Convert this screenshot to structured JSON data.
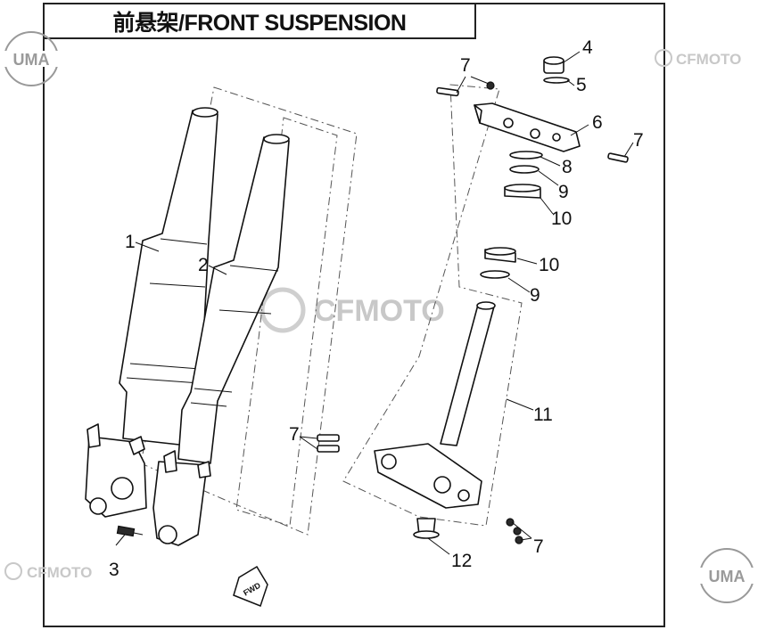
{
  "title": "前悬架/FRONT SUSPENSION",
  "watermarks": {
    "brand": "CFMOTO",
    "dealer": "UMA"
  },
  "callouts": {
    "c1": "1",
    "c2": "2",
    "c3": "3",
    "c4": "4",
    "c5": "5",
    "c6": "6",
    "c7a": "7",
    "c7b": "7",
    "c7c": "7",
    "c7d": "7",
    "c8": "8",
    "c9a": "9",
    "c9b": "9",
    "c10a": "10",
    "c10b": "10",
    "c11": "11",
    "c12": "12"
  },
  "fwd_label": "FWD",
  "colors": {
    "line": "#111111",
    "watermark": "#c8c8c8"
  }
}
